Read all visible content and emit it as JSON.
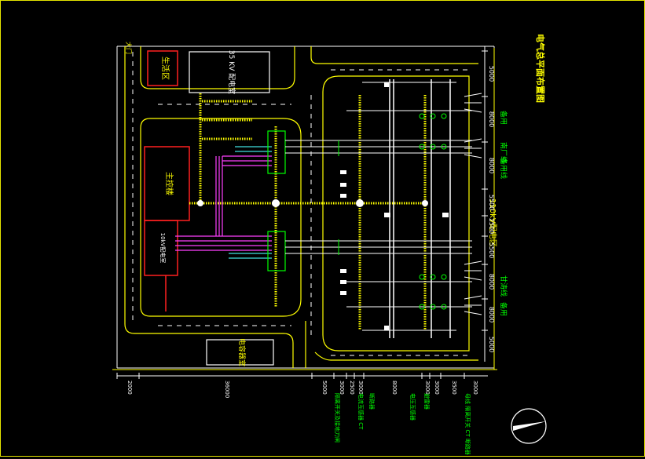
{
  "title": "电气总平面布置图",
  "labels": {
    "road": "大门",
    "living_area": "生活区",
    "kv35_room": "35\nKV\n配\n电\n室",
    "main_control": "主控楼",
    "kv10_room": "10kV配电室",
    "switch_area": "110kV配电区",
    "standby_room": "电容器室",
    "compass": "N"
  },
  "bays": [
    "备用",
    "南厂线",
    "备用线",
    "甘涛线",
    "备用"
  ],
  "dimensions": {
    "right": [
      "5000",
      "8000",
      "8000",
      "5500",
      "2500",
      "5500",
      "8000",
      "8000",
      "5000"
    ],
    "bottom": [
      "2000",
      "36000",
      "5000",
      "3000",
      "2500",
      "3000",
      "8000",
      "3000",
      "3000",
      "3500",
      "3000"
    ]
  },
  "bottom_notes": [
    "隔离开关及接地刀闸",
    "断路器",
    "电流互感器 CT",
    "避雷器",
    "电压互感器",
    "母线 隔离开关 CT 断路器"
  ],
  "colors": {
    "border": "#e6e600",
    "yellow": "#ffff00",
    "white": "#ffffff",
    "red": "#ff2020",
    "green": "#00ff00",
    "magenta": "#ff40ff",
    "cyan": "#40e0e0"
  }
}
